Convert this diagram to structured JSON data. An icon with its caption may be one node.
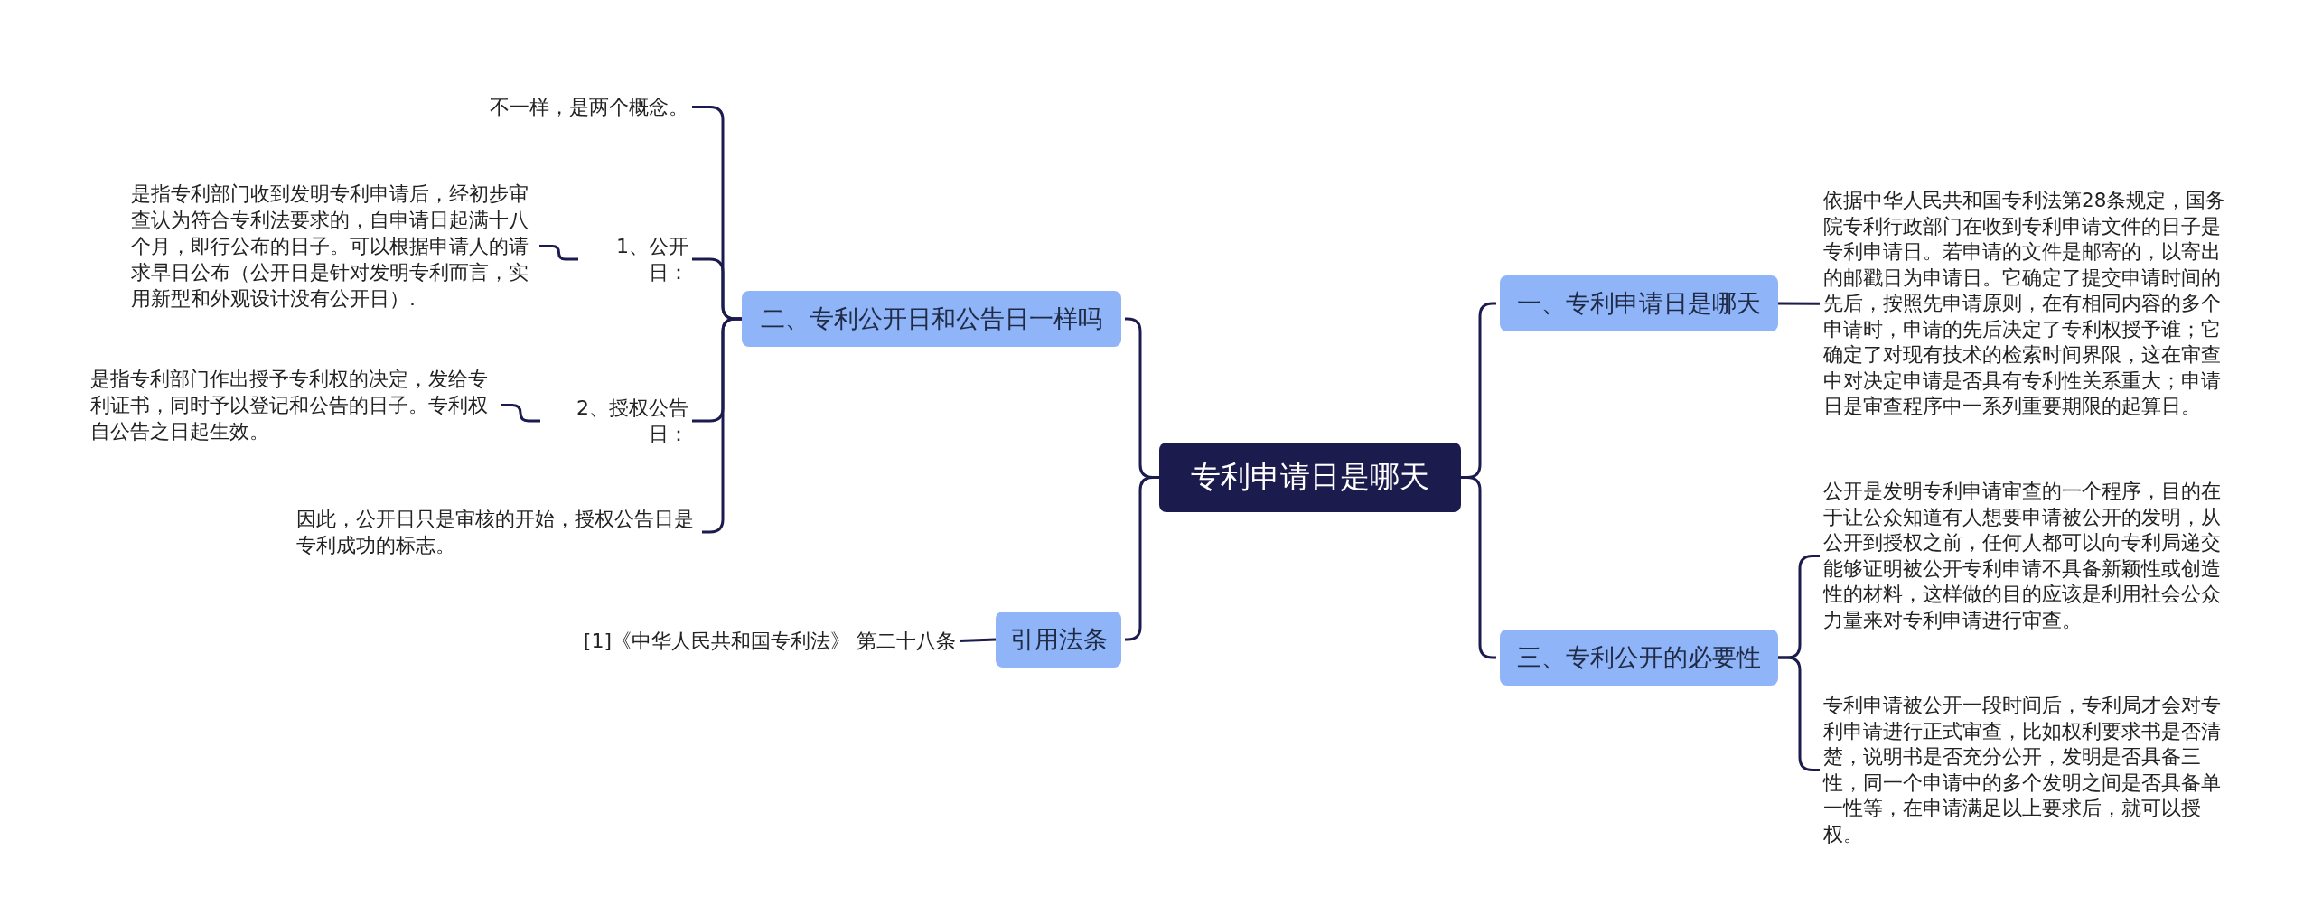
{
  "diagram": {
    "nodes": [
      {
        "text": [
          "专利申请日是哪天"
        ]
      },
      {
        "text": [
          "二、专利公开日和公告日一样吗"
        ]
      },
      {
        "text": [
          "不一样，是两个概念。"
        ]
      },
      {
        "text": [
          "1、公开日："
        ]
      },
      {
        "text": [
          "是指专利部门收到发明专利申请后，经初步审查认为符合专利法要求的，自申请日起满十八个月，即行公布的日子。可以根据申请人的请求早日公布（公开日是针对发明专利而言，实用新型和外观设计没有公开日）."
        ]
      },
      {
        "text": [
          "2、授权公告日："
        ]
      },
      {
        "text": [
          "是指专利部门作出授予专利权的决定，发给专利证书，同时予以登记和公告的日子。专利权自公告之日起生效。"
        ]
      },
      {
        "text": [
          "因此，公开日只是审核的开始，授权公告日是专利成功的标志。"
        ]
      },
      {
        "text": [
          "引用法条"
        ]
      },
      {
        "text": [
          "[1]《中华人民共和国专利法》 第二十八条"
        ]
      },
      {
        "text": [
          "一、专利申请日是哪天"
        ]
      },
      {
        "text": [
          "依据中华人民共和国专利法第28条规定，国务院专利行政部门在收到专利申请文件的日子是专利申请日。若申请的文件是邮寄的，以寄出的邮戳日为申请日。它确定了提交申请时间的先后，按照先申请原则，在有相同内容的多个申请时，申请的先后决定了专利权授予谁；它确定了对现有技术的检索时间界限，这在审查中对决定申请是否具有专利性关系重大；申请日是审查程序中一系列重要期限的起算日。"
        ]
      },
      {
        "text": [
          "三、专利公开的必要性"
        ]
      },
      {
        "text": [
          "公开是发明专利申请审查的一个程序，目的在于让公众知道有人想要申请被公开的发明，从公开到授权之前，任何人都可以向专利局递交能够证明被公开专利申请不具备新颖性或创造性的材料，这样做的目的应该是利用社会公众力量来对专利申请进行审查。"
        ]
      },
      {
        "text": [
          "专利申请被公开一段时间后，专利局才会对专利申请进行正式审查，比如权利要求书是否清楚，说明书是否充分公开，发明是否具备三性，同一个申请中的多个发明之间是否具备单一性等，在申请满足以上要求后，就可以授权。"
        ]
      }
    ],
    "edges": [
      {
        "from": 0,
        "to": 1,
        "arrow": "none"
      },
      {
        "from": 0,
        "to": 8,
        "arrow": "none"
      },
      {
        "from": 0,
        "to": 10,
        "arrow": "none"
      },
      {
        "from": 0,
        "to": 12,
        "arrow": "none"
      },
      {
        "from": 1,
        "to": 2,
        "arrow": "none"
      },
      {
        "from": 1,
        "to": 3,
        "arrow": "none"
      },
      {
        "from": 3,
        "to": 4,
        "arrow": "none"
      },
      {
        "from": 1,
        "to": 5,
        "arrow": "none"
      },
      {
        "from": 5,
        "to": 6,
        "arrow": "none"
      },
      {
        "from": 1,
        "to": 7,
        "arrow": "none"
      },
      {
        "from": 8,
        "to": 9,
        "arrow": "none"
      },
      {
        "from": 10,
        "to": 11,
        "arrow": "none"
      },
      {
        "from": 12,
        "to": 13,
        "arrow": "none"
      },
      {
        "from": 12,
        "to": 14,
        "arrow": "none"
      }
    ]
  }
}
